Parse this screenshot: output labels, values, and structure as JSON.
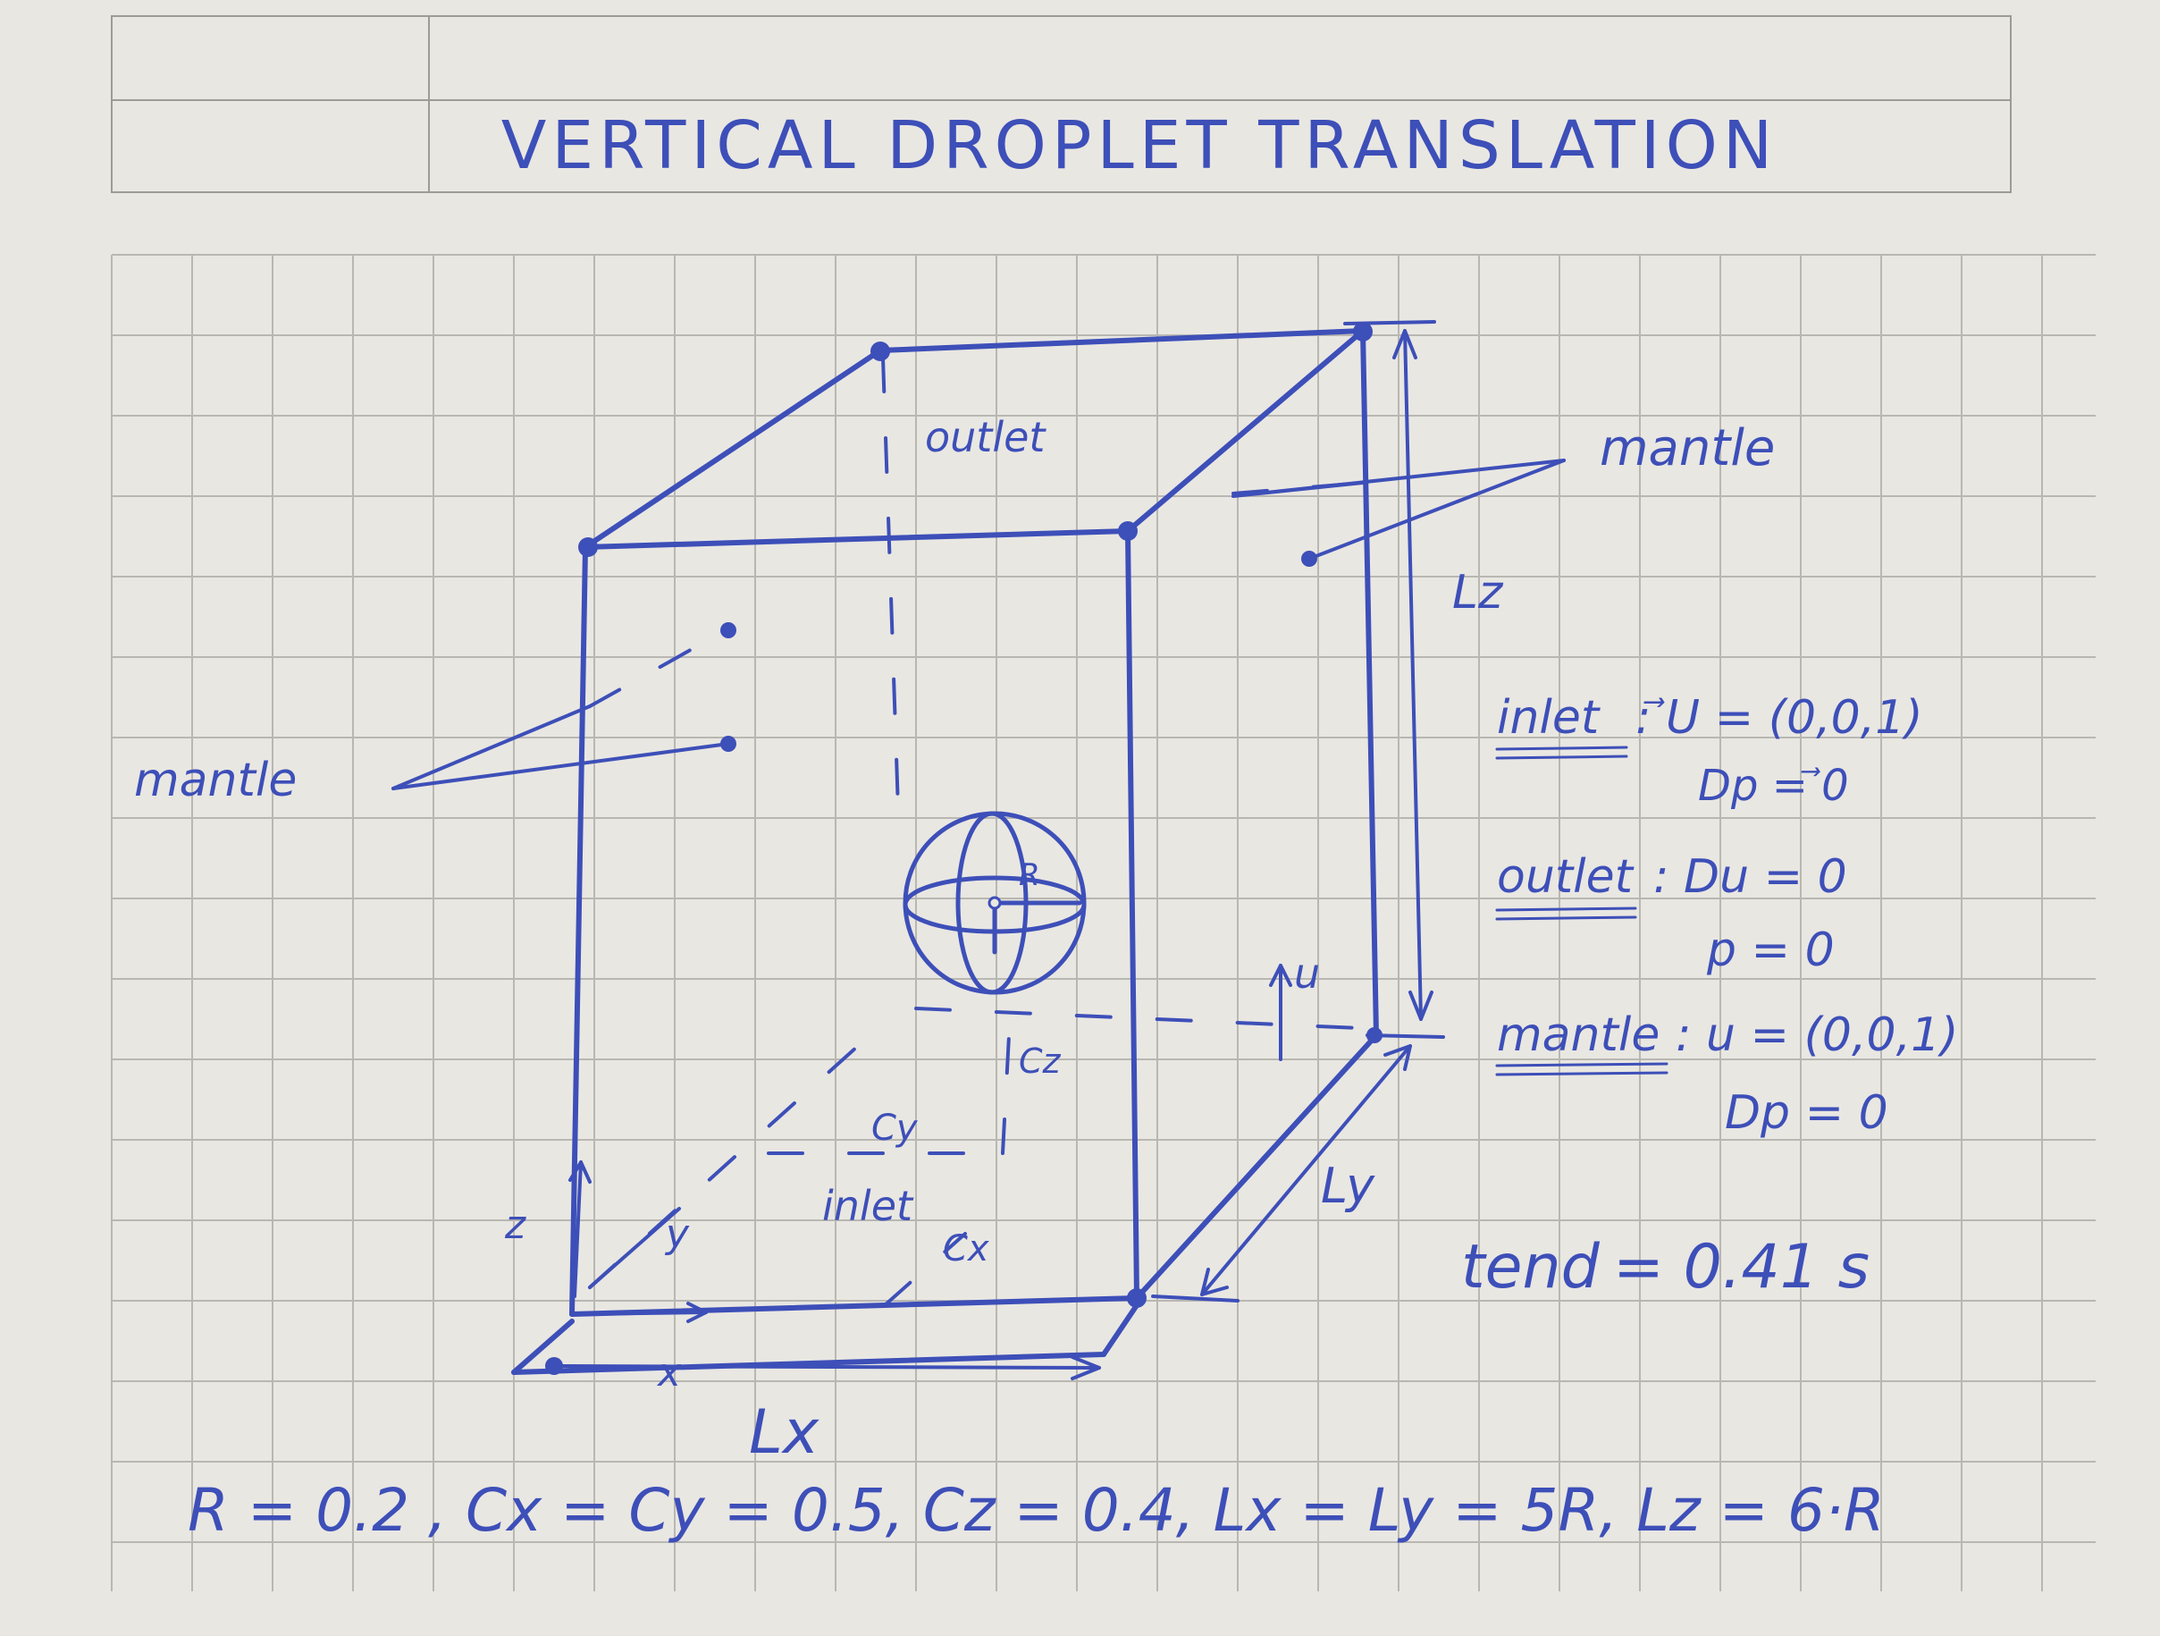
{
  "title": "VERTICAL DROPLET TRANSLATION",
  "face_labels": {
    "outlet": "outlet",
    "inlet": "inlet",
    "mantle_left": "mantle",
    "mantle_right": "mantle"
  },
  "dimension_labels": {
    "lx": "Lx",
    "ly": "Ly",
    "lz": "Lz",
    "radius": "R",
    "cx": "Cx",
    "cy": "Cy",
    "cz": "Cz",
    "velocity": "u"
  },
  "axis_labels": {
    "x": "x",
    "y": "y",
    "z": "z"
  },
  "boundary_conditions": [
    {
      "name": "inlet",
      "line1": ": ⃗U = (0,0,1)",
      "line2": "Dp = ⃗0"
    },
    {
      "name": "outlet",
      "line1": ": Du = 0",
      "line2": "p = 0"
    },
    {
      "name": "mantle",
      "line1": ": u = (0,0,1)",
      "line2": "Dp = 0"
    }
  ],
  "end_time": {
    "label": "tend",
    "value": "= 0.41 s"
  },
  "parameters": "R = 0.2 ,  Cx = Cy = 0.5,  Cz = 0.4,  Lx = Ly = 5R,  Lz = 6·R",
  "colors": {
    "paper": "#e9e7e2",
    "grid": "#b9b7b2",
    "ink": "#3d4fb8"
  }
}
